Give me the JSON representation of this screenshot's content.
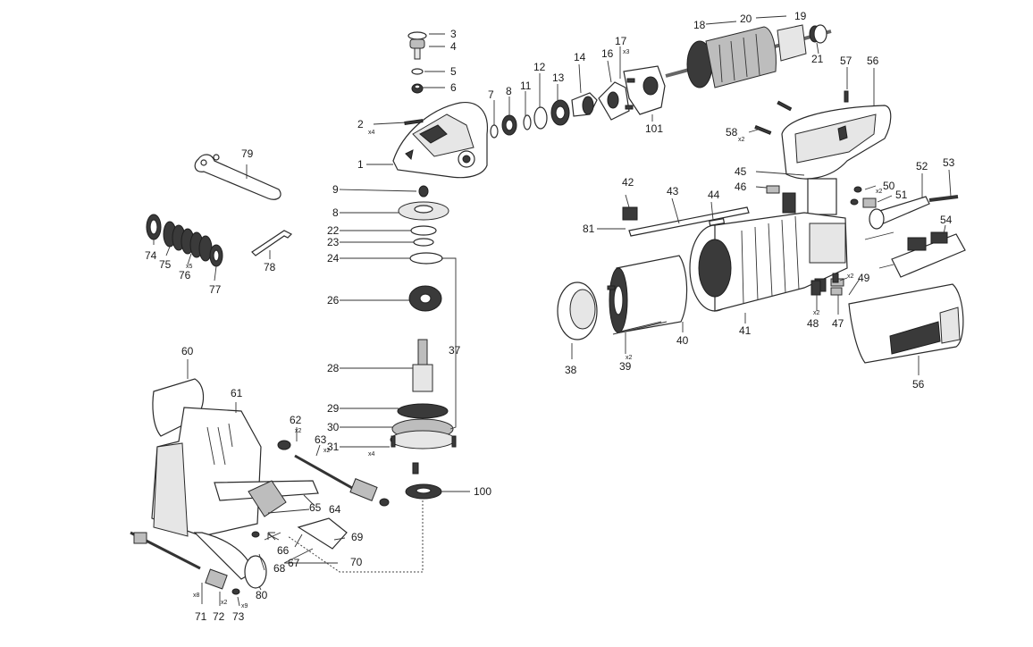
{
  "labels": [
    {
      "id": "p1",
      "text": "1"
    },
    {
      "id": "p2",
      "text": "2"
    },
    {
      "id": "p3",
      "text": "3"
    },
    {
      "id": "p4",
      "text": "4"
    },
    {
      "id": "p5",
      "text": "5"
    },
    {
      "id": "p6",
      "text": "6"
    },
    {
      "id": "p7",
      "text": "7"
    },
    {
      "id": "p8",
      "text": "8"
    },
    {
      "id": "p9",
      "text": "9"
    },
    {
      "id": "p11",
      "text": "11"
    },
    {
      "id": "p12",
      "text": "12"
    },
    {
      "id": "p13",
      "text": "13"
    },
    {
      "id": "p14",
      "text": "14"
    },
    {
      "id": "p16",
      "text": "16"
    },
    {
      "id": "p17",
      "text": "17"
    },
    {
      "id": "p18",
      "text": "18"
    },
    {
      "id": "p19",
      "text": "19"
    },
    {
      "id": "p20",
      "text": "20"
    },
    {
      "id": "p21",
      "text": "21"
    },
    {
      "id": "p22",
      "text": "22"
    },
    {
      "id": "p23",
      "text": "23"
    },
    {
      "id": "p24",
      "text": "24"
    },
    {
      "id": "p26",
      "text": "26"
    },
    {
      "id": "p28",
      "text": "28"
    },
    {
      "id": "p29",
      "text": "29"
    },
    {
      "id": "p30",
      "text": "30"
    },
    {
      "id": "p31",
      "text": "31"
    },
    {
      "id": "p37",
      "text": "37"
    },
    {
      "id": "p38",
      "text": "38"
    },
    {
      "id": "p39",
      "text": "39"
    },
    {
      "id": "p40",
      "text": "40"
    },
    {
      "id": "p41",
      "text": "41"
    },
    {
      "id": "p42",
      "text": "42"
    },
    {
      "id": "p43",
      "text": "43"
    },
    {
      "id": "p44",
      "text": "44"
    },
    {
      "id": "p45",
      "text": "45"
    },
    {
      "id": "p46",
      "text": "46"
    },
    {
      "id": "p47",
      "text": "47"
    },
    {
      "id": "p48",
      "text": "48"
    },
    {
      "id": "p49",
      "text": "49"
    },
    {
      "id": "p50",
      "text": "50"
    },
    {
      "id": "p51",
      "text": "51"
    },
    {
      "id": "p52",
      "text": "52"
    },
    {
      "id": "p53",
      "text": "53"
    },
    {
      "id": "p54",
      "text": "54"
    },
    {
      "id": "p56a",
      "text": "56"
    },
    {
      "id": "p56b",
      "text": "56"
    },
    {
      "id": "p57",
      "text": "57"
    },
    {
      "id": "p58",
      "text": "58"
    },
    {
      "id": "p60",
      "text": "60"
    },
    {
      "id": "p61",
      "text": "61"
    },
    {
      "id": "p62",
      "text": "62"
    },
    {
      "id": "p63",
      "text": "63"
    },
    {
      "id": "p64",
      "text": "64"
    },
    {
      "id": "p65",
      "text": "65"
    },
    {
      "id": "p66",
      "text": "66"
    },
    {
      "id": "p67",
      "text": "67"
    },
    {
      "id": "p68",
      "text": "68"
    },
    {
      "id": "p69",
      "text": "69"
    },
    {
      "id": "p70",
      "text": "70"
    },
    {
      "id": "p71",
      "text": "71"
    },
    {
      "id": "p72",
      "text": "72"
    },
    {
      "id": "p73",
      "text": "73"
    },
    {
      "id": "p74",
      "text": "74"
    },
    {
      "id": "p75",
      "text": "75"
    },
    {
      "id": "p76",
      "text": "76"
    },
    {
      "id": "p77",
      "text": "77"
    },
    {
      "id": "p78",
      "text": "78"
    },
    {
      "id": "p79",
      "text": "79"
    },
    {
      "id": "p80",
      "text": "80"
    },
    {
      "id": "p81",
      "text": "81"
    },
    {
      "id": "p100",
      "text": "100"
    },
    {
      "id": "p101",
      "text": "101"
    }
  ],
  "quantities": [
    {
      "id": "q2",
      "text": "x4"
    },
    {
      "id": "q17",
      "text": "x3"
    },
    {
      "id": "q31",
      "text": "x4"
    },
    {
      "id": "q39",
      "text": "x2"
    },
    {
      "id": "q48",
      "text": "x2"
    },
    {
      "id": "q49",
      "text": "x2"
    },
    {
      "id": "q50",
      "text": "x2"
    },
    {
      "id": "q58",
      "text": "x2"
    },
    {
      "id": "q62",
      "text": "x2"
    },
    {
      "id": "q63",
      "text": "x2"
    },
    {
      "id": "q71",
      "text": "x8"
    },
    {
      "id": "q72",
      "text": "x2"
    },
    {
      "id": "q73",
      "text": "x9"
    },
    {
      "id": "q76",
      "text": "x5"
    }
  ]
}
